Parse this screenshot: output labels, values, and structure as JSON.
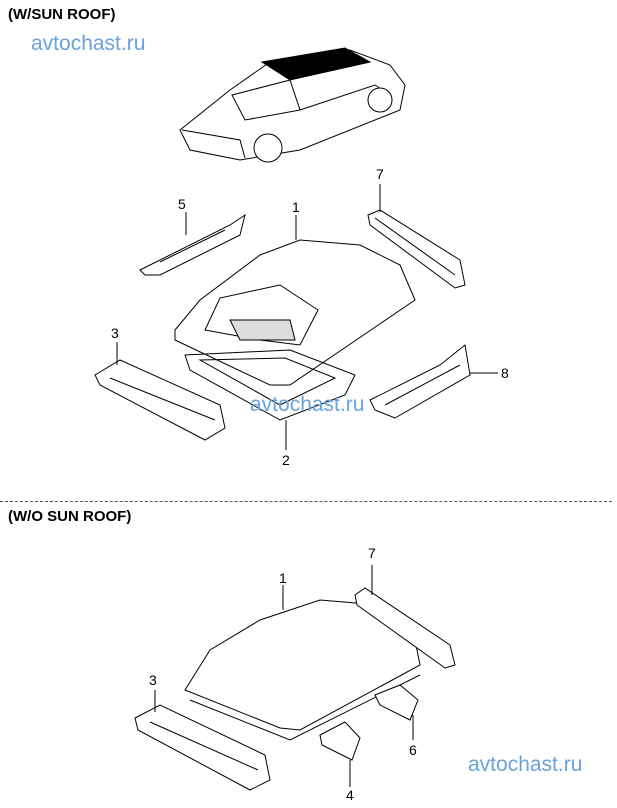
{
  "sections": [
    {
      "title": "(W/SUN ROOF)",
      "callouts": [
        "5",
        "1",
        "7",
        "3",
        "8",
        "2"
      ]
    },
    {
      "title": "(W/O SUN ROOF)",
      "callouts": [
        "7",
        "1",
        "3",
        "6",
        "4"
      ]
    }
  ],
  "watermark": "avtochast.ru",
  "colors": {
    "watermark": "#6aa2dc"
  }
}
